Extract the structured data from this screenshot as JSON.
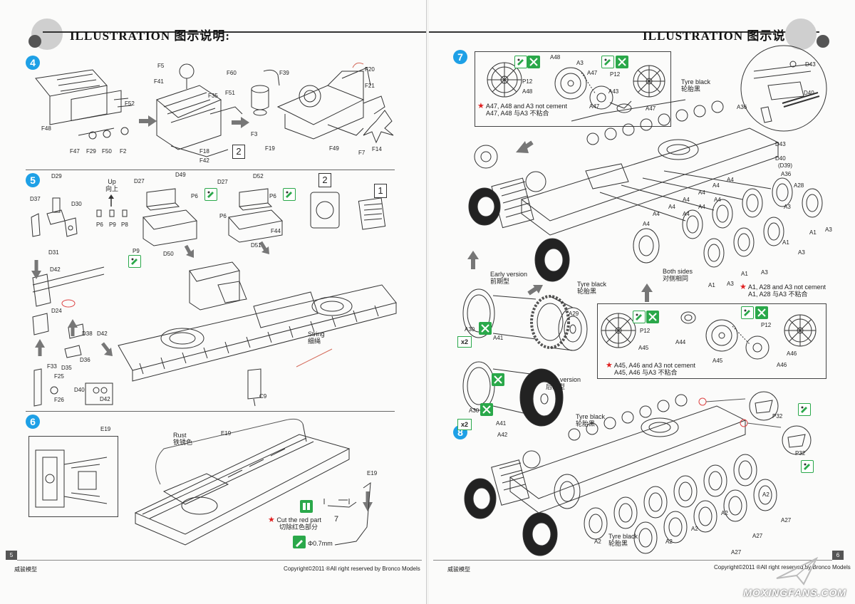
{
  "header": {
    "title": "ILLUSTRATION 图示说明:"
  },
  "left_page": {
    "page_number": "5",
    "footer_left": "威骏模型",
    "footer_right": "Copyright©2011  ®All right reserved by Bronco Models",
    "step4": {
      "number": "4",
      "labels": [
        "F5",
        "F41",
        "F48",
        "F52",
        "F47",
        "F29",
        "F50",
        "F2",
        "F35",
        "F18",
        "F42",
        "F60",
        "F51",
        "F3",
        "F39",
        "F19",
        "F49",
        "F7",
        "F14",
        "F20",
        "F21"
      ],
      "subassembly": "2"
    },
    "step5": {
      "number": "5",
      "labels": [
        "D29",
        "D37",
        "D30",
        "D31",
        "P6",
        "P9",
        "P8",
        "D27",
        "D49",
        "P6",
        "P9",
        "D50",
        "D52",
        "D27",
        "P6",
        "P6",
        "D51",
        "F44",
        "D42",
        "D24",
        "D38",
        "D42",
        "D36",
        "F33",
        "F25",
        "D35",
        "D40",
        "F26",
        "D42",
        "C9"
      ],
      "up_en": "Up",
      "up_cn": "向上",
      "string_en": "String",
      "string_cn": "细绳",
      "subassembly_a": "2",
      "subassembly_b": "1"
    },
    "step6": {
      "number": "6",
      "labels": [
        "E19",
        "E19",
        "E19"
      ],
      "rust_en": "Rust",
      "rust_cn": "铁锈色",
      "cut_en": "Cut the red part",
      "cut_cn": "切除红色部分",
      "dimension": "7",
      "drill": "Φ0.7mm"
    }
  },
  "right_page": {
    "page_number": "6",
    "footer_left": "威骏模型",
    "footer_right": "Copyright©2011  ®All right reserved by Bronco Models",
    "step7": {
      "number": "7",
      "labels": [
        "A48",
        "A3",
        "P12",
        "A48",
        "A47",
        "A43",
        "A47",
        "P12",
        "A47",
        "D43",
        "D40",
        "A36",
        "D43",
        "D40",
        "(D39)",
        "A36",
        "A28",
        "A4",
        "A4",
        "A4",
        "A4",
        "A4",
        "A4",
        "A4",
        "A4",
        "A4",
        "A4",
        "A3",
        "A1",
        "A3",
        "A1",
        "A3",
        "A1",
        "A3",
        "A1",
        "A3",
        "A29",
        "A30",
        "A41",
        "P12",
        "A44",
        "A45",
        "A45",
        "A46",
        "A46",
        "P12"
      ],
      "note_a_en": "A47, A48 and A3 not cement",
      "note_a_cn": "A47, A48 与A3 不粘合",
      "tyre_black_en": "Tyre black",
      "tyre_black_cn": "轮胎黑",
      "early_en": "Early version",
      "early_cn": "前期型",
      "both_sides_en": "Both sides",
      "both_sides_cn": "对侧相同",
      "note_b_en": "A1, A28 and A3 not cement",
      "note_b_cn": "A1, A28 与A3 不粘合",
      "note_c_en": "A45, A46 and A3 not cement",
      "note_c_cn": "A45, A46 与A3 不粘合",
      "x2": "x2"
    },
    "step8": {
      "number": "8",
      "labels": [
        "A30",
        "A41",
        "A42",
        "P32",
        "P32",
        "A2",
        "A2",
        "A2",
        "A2",
        "A2",
        "A27",
        "A27",
        "A27"
      ],
      "late_en": "Late version",
      "late_cn": "后期型",
      "tyre_black_en": "Tyre black",
      "tyre_black_cn": "轮胎黑",
      "x2": "x2"
    }
  },
  "watermark": "MOXINGFANS.COM",
  "colors": {
    "accent_blue": "#1ea0e6",
    "green": "#2aa84a",
    "red": "#e02020"
  }
}
